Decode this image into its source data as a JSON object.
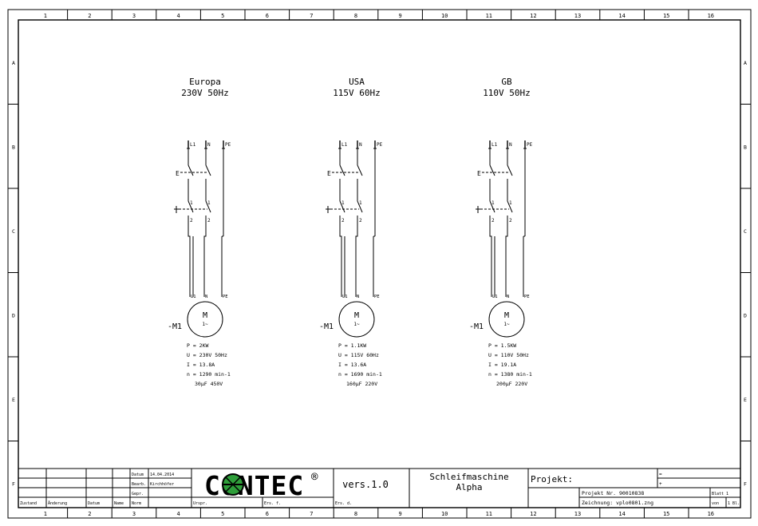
{
  "sheet": {
    "columns": [
      "1",
      "2",
      "3",
      "4",
      "5",
      "6",
      "7",
      "8",
      "9",
      "10",
      "11",
      "12",
      "13",
      "14",
      "15",
      "16"
    ],
    "rows": [
      "A",
      "B",
      "C",
      "D",
      "E",
      "F"
    ]
  },
  "circuits": [
    {
      "region": "Europa",
      "supply": "230V 50Hz",
      "terminals": [
        "L1",
        "N",
        "PE"
      ],
      "switch_label": "E",
      "contact_top": "1",
      "contact_bottom": "2",
      "motor_ref": "-M1",
      "motor_symbol": "M",
      "motor_sub": "1~",
      "specs": [
        "P = 2KW",
        "U = 230V 50Hz",
        "I = 13.8A",
        "n = 1290 min-1",
        "30µF 450V"
      ]
    },
    {
      "region": "USA",
      "supply": "115V 60Hz",
      "terminals": [
        "L1",
        "N",
        "PE"
      ],
      "switch_label": "E",
      "contact_top": "1",
      "contact_bottom": "2",
      "motor_ref": "-M1",
      "motor_symbol": "M",
      "motor_sub": "1~",
      "specs": [
        "P = 1.1KW",
        "U = 115V 60Hz",
        "I = 13.6A",
        "n = 1690 min-1",
        "160µF 220V"
      ]
    },
    {
      "region": "GB",
      "supply": "110V 50Hz",
      "terminals": [
        "L1",
        "N",
        "PE"
      ],
      "switch_label": "E",
      "contact_top": "1",
      "contact_bottom": "2",
      "motor_ref": "-M1",
      "motor_symbol": "M",
      "motor_sub": "1~",
      "specs": [
        "P = 1.5KW",
        "U = 110V 50Hz",
        "I = 19.1A",
        "n = 1380 min-1",
        "200µF 220V"
      ]
    }
  ],
  "title_block": {
    "datum_label": "Datum",
    "datum_value": "14.04.2014",
    "bearb_label": "Bearb.",
    "bearb_value": "Kirchhöfer",
    "gepr_label": "Gepr.",
    "norm_label": "Norm",
    "zustand_label": "Zustand",
    "aenderung_label": "Änderung",
    "datum2_label": "Datum",
    "name_label": "Name",
    "urspr_label": "Urspr.",
    "ers_f_label": "Ers. f.",
    "ers_d_label": "Ers. d.",
    "logo_text": "CONTEC",
    "logo_mark": "®",
    "version": "vers.1.0",
    "product_line1": "Schleifmaschine",
    "product_line2": "Alpha",
    "projekt_label": "Projekt:",
    "eq_mark": "=",
    "plus_mark": "+",
    "projekt_nr": "Projekt Nr. 90010838",
    "zeichnung": "Zeichnung: vplo0801.zng",
    "blatt_label": "Blatt 1",
    "von_label": "von",
    "blatt_total": "1 Bl."
  },
  "colors": {
    "line": "#000000",
    "logo_green": "#2e9e3a"
  }
}
